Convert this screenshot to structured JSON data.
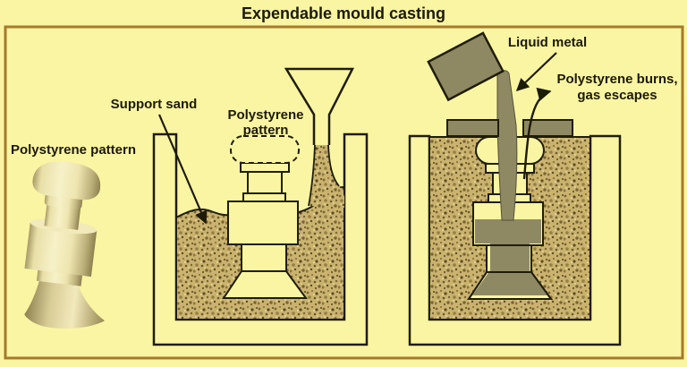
{
  "title": "Expendable mould casting",
  "labels": {
    "left_pattern": "Polystyrene pattern",
    "support_sand": "Support sand",
    "mid_pattern_line1": "Polystyrene",
    "mid_pattern_line2": "pattern",
    "liquid_metal": "Liquid metal",
    "burns_line1": "Polystyrene burns,",
    "burns_line2": "gas escapes"
  },
  "colors": {
    "background": "#FAF5A2",
    "frame_border": "#A5792B",
    "outline": "#201d08",
    "sand_base": "#C9B36E",
    "sand_speckle_dark": "#5e4d24",
    "metal": "#8F8963",
    "pattern_fill": "#FAF5A2",
    "text": "#1d1a05",
    "foam_cream": "#EFE7B6"
  },
  "stages": {
    "stage1": "polystyrene pattern",
    "stage2": "pattern buried in support sand poured from funnel",
    "stage3": "liquid metal poured, polystyrene burns and gas escapes"
  }
}
